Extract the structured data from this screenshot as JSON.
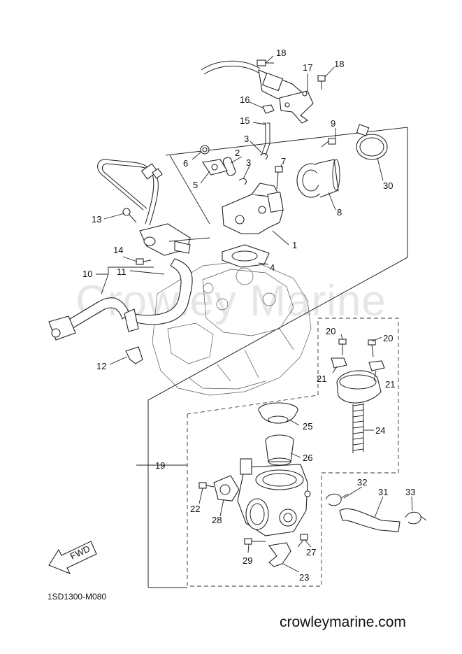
{
  "diagram": {
    "drawing_code": "1SD1300-M080",
    "watermark": "Crowley Marine",
    "website": "crowleymarine.com",
    "fwd_label": "FWD",
    "callouts": [
      "1",
      "2",
      "3",
      "3",
      "4",
      "5",
      "6",
      "7",
      "8",
      "9",
      "10",
      "11",
      "12",
      "13",
      "14",
      "15",
      "16",
      "17",
      "18",
      "18",
      "19",
      "20",
      "20",
      "21",
      "21",
      "21",
      "22",
      "23",
      "24",
      "25",
      "26",
      "27",
      "28",
      "29",
      "30",
      "31",
      "32",
      "33"
    ]
  }
}
